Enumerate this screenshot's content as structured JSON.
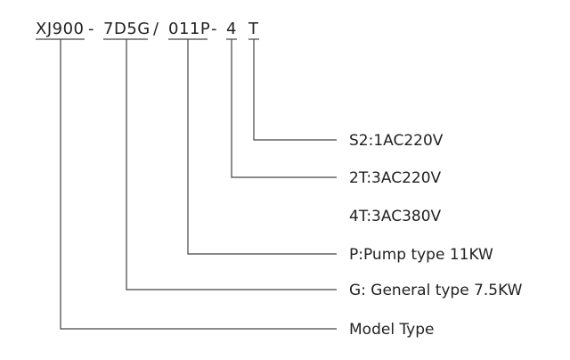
{
  "code": {
    "model": "XJ900",
    "sep1": "-",
    "general": "7D5G",
    "slash": "/",
    "pump": "011P",
    "sep2": "-",
    "voltage": "4",
    "phase": "T"
  },
  "labels": {
    "s2": "S2:1AC220V",
    "t2": "2T:3AC220V",
    "t4": "4T:3AC380V",
    "pump": "P:Pump type 11KW",
    "general": "G: General type 7.5KW",
    "model": "Model Type"
  }
}
